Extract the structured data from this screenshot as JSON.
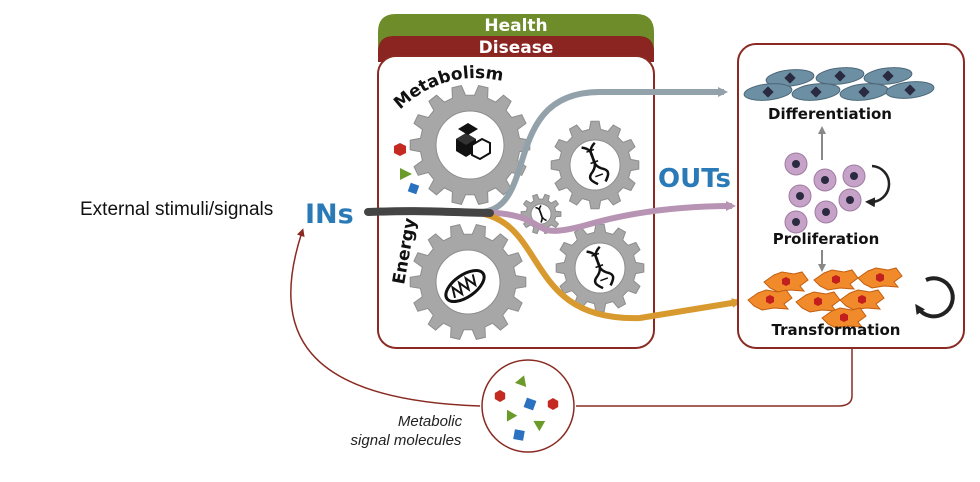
{
  "labels": {
    "external_stimuli": "External stimuli/signals",
    "ins": "INs",
    "outs": "OUTs",
    "health": "Health",
    "disease": "Disease",
    "metabolism": "Metabolism",
    "energy": "Energy",
    "differentiation": "Differentiation",
    "proliferation": "Proliferation",
    "transformation": "Transformation",
    "metabolic_line1": "Metabolic",
    "metabolic_line2": "signal molecules"
  },
  "colors": {
    "health_bar": "#6e8c2a",
    "disease_bar": "#8a2521",
    "box_border": "#8a2a22",
    "gear": "#a7a7a7",
    "ins_outs_text": "#2a7ab8",
    "arrow_gray": "#93a1aa",
    "arrow_purple": "#b894b4",
    "arrow_orange": "#d89a2e",
    "stem": "#444444",
    "differentiation_cells": "#6d8fa3",
    "proliferation_cells": "#c7a2c8",
    "transformation_cells": "#f08a2a",
    "nucleus_dark": "#2a2a40",
    "nucleus_red": "#c41f1f",
    "molecule_red": "#c42a22",
    "molecule_green": "#6a9a2a",
    "molecule_blue": "#2a72c0"
  }
}
